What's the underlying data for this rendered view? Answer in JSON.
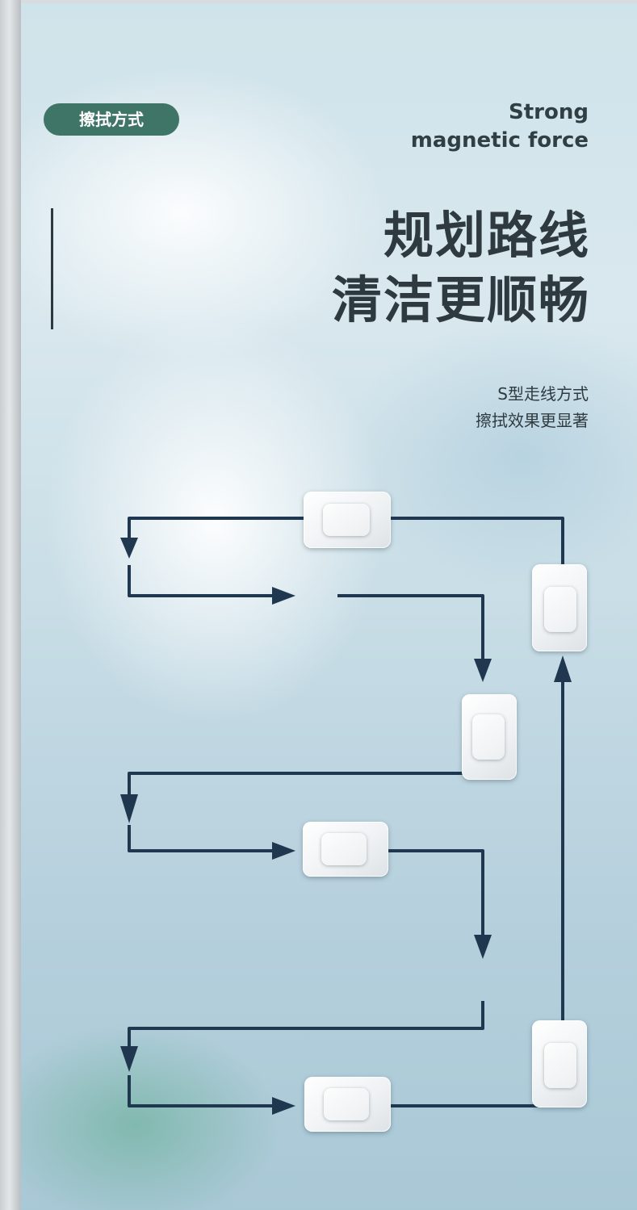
{
  "badge": {
    "label": "擦拭方式"
  },
  "english_title": {
    "line1": "Strong",
    "line2": "magnetic force"
  },
  "headline": {
    "line1": "规划路线",
    "line2": "清洁更顺畅"
  },
  "subheadline": {
    "line1": "S型走线方式",
    "line2": "擦拭效果更显著"
  },
  "colors": {
    "badge": "#3f7566",
    "route_line": "#1f3850",
    "text_dark": "#2e3a3f"
  },
  "icons": [
    "magnetic-wiper-pad",
    "route-arrow"
  ]
}
